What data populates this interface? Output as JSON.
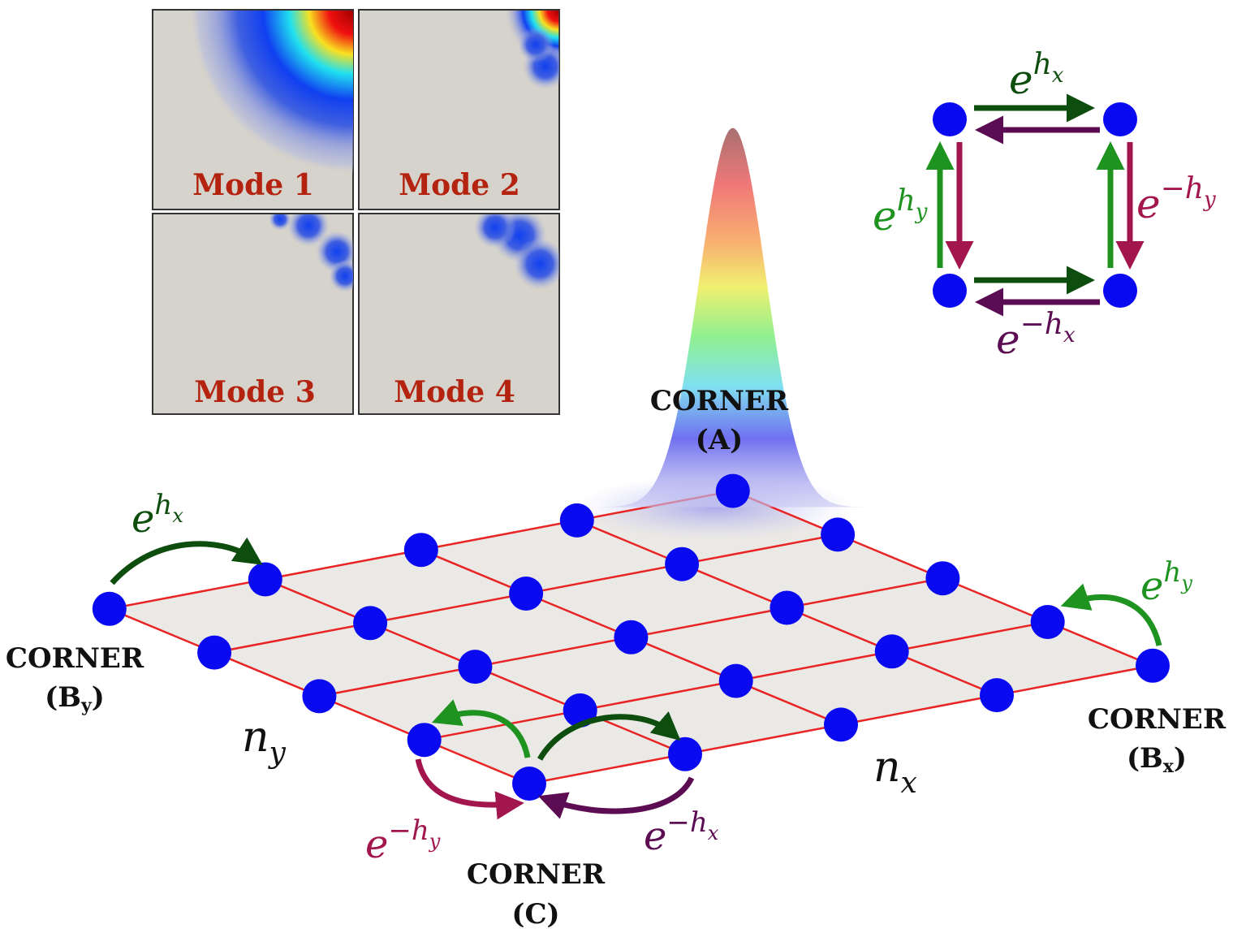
{
  "modes": [
    "Mode 1",
    "Mode 2",
    "Mode 3",
    "Mode 4"
  ],
  "corners": {
    "a": {
      "title": "CORNER",
      "sub": "(A)"
    },
    "by": {
      "title": "CORNER",
      "sub_open": "(B",
      "sub_idx": "y",
      "sub_close": ")"
    },
    "bx": {
      "title": "CORNER",
      "sub_open": "(B",
      "sub_idx": "x",
      "sub_close": ")"
    },
    "c": {
      "title": "CORNER",
      "sub": "(C)"
    }
  },
  "axes": {
    "ny": {
      "base": "n",
      "sub": "y"
    },
    "nx": {
      "base": "n",
      "sub": "x"
    }
  },
  "hopping": {
    "e_hx": {
      "base": "e",
      "exp": "h",
      "sub": "x"
    },
    "e_hy": {
      "base": "e",
      "exp": "h",
      "sub": "y"
    },
    "e_mhx": {
      "base": "e",
      "exp": "−h",
      "sub": "x"
    },
    "e_mhy": {
      "base": "e",
      "exp": "−h",
      "sub": "y"
    }
  },
  "lattice": {
    "nx": 5,
    "ny": 5
  },
  "colors": {
    "node": "#0a0af0",
    "grid": "#e82424",
    "dark_green": "#0d4d0d",
    "light_green": "#1f931f",
    "crimson": "#a3154d",
    "purple": "#5c0c52",
    "mode_text": "#b3230f",
    "mode_bg": "#d6d3cc"
  }
}
